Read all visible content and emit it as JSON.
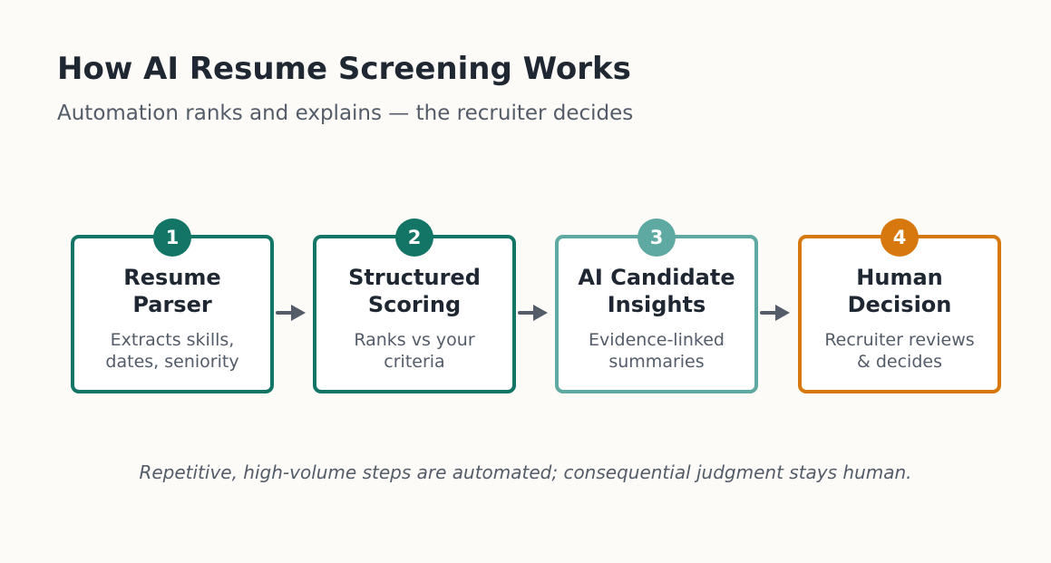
{
  "title": "How AI Resume Screening Works",
  "subtitle": "Automation ranks and explains — the recruiter decides",
  "steps": [
    {
      "number": "1",
      "title": "Resume\nParser",
      "description": "Extracts skills,\ndates, seniority",
      "color": "#137566"
    },
    {
      "number": "2",
      "title": "Structured\nScoring",
      "description": "Ranks vs your\ncriteria",
      "color": "#137566"
    },
    {
      "number": "3",
      "title": "AI Candidate\nInsights",
      "description": "Evidence-linked\nsummaries",
      "color": "#5ea9a1"
    },
    {
      "number": "4",
      "title": "Human\nDecision",
      "description": "Recruiter reviews\n& decides",
      "color": "#d6780d"
    }
  ],
  "arrow_color": "#535c68",
  "footer": "Repetitive, high-volume steps are automated; consequential judgment stays human."
}
